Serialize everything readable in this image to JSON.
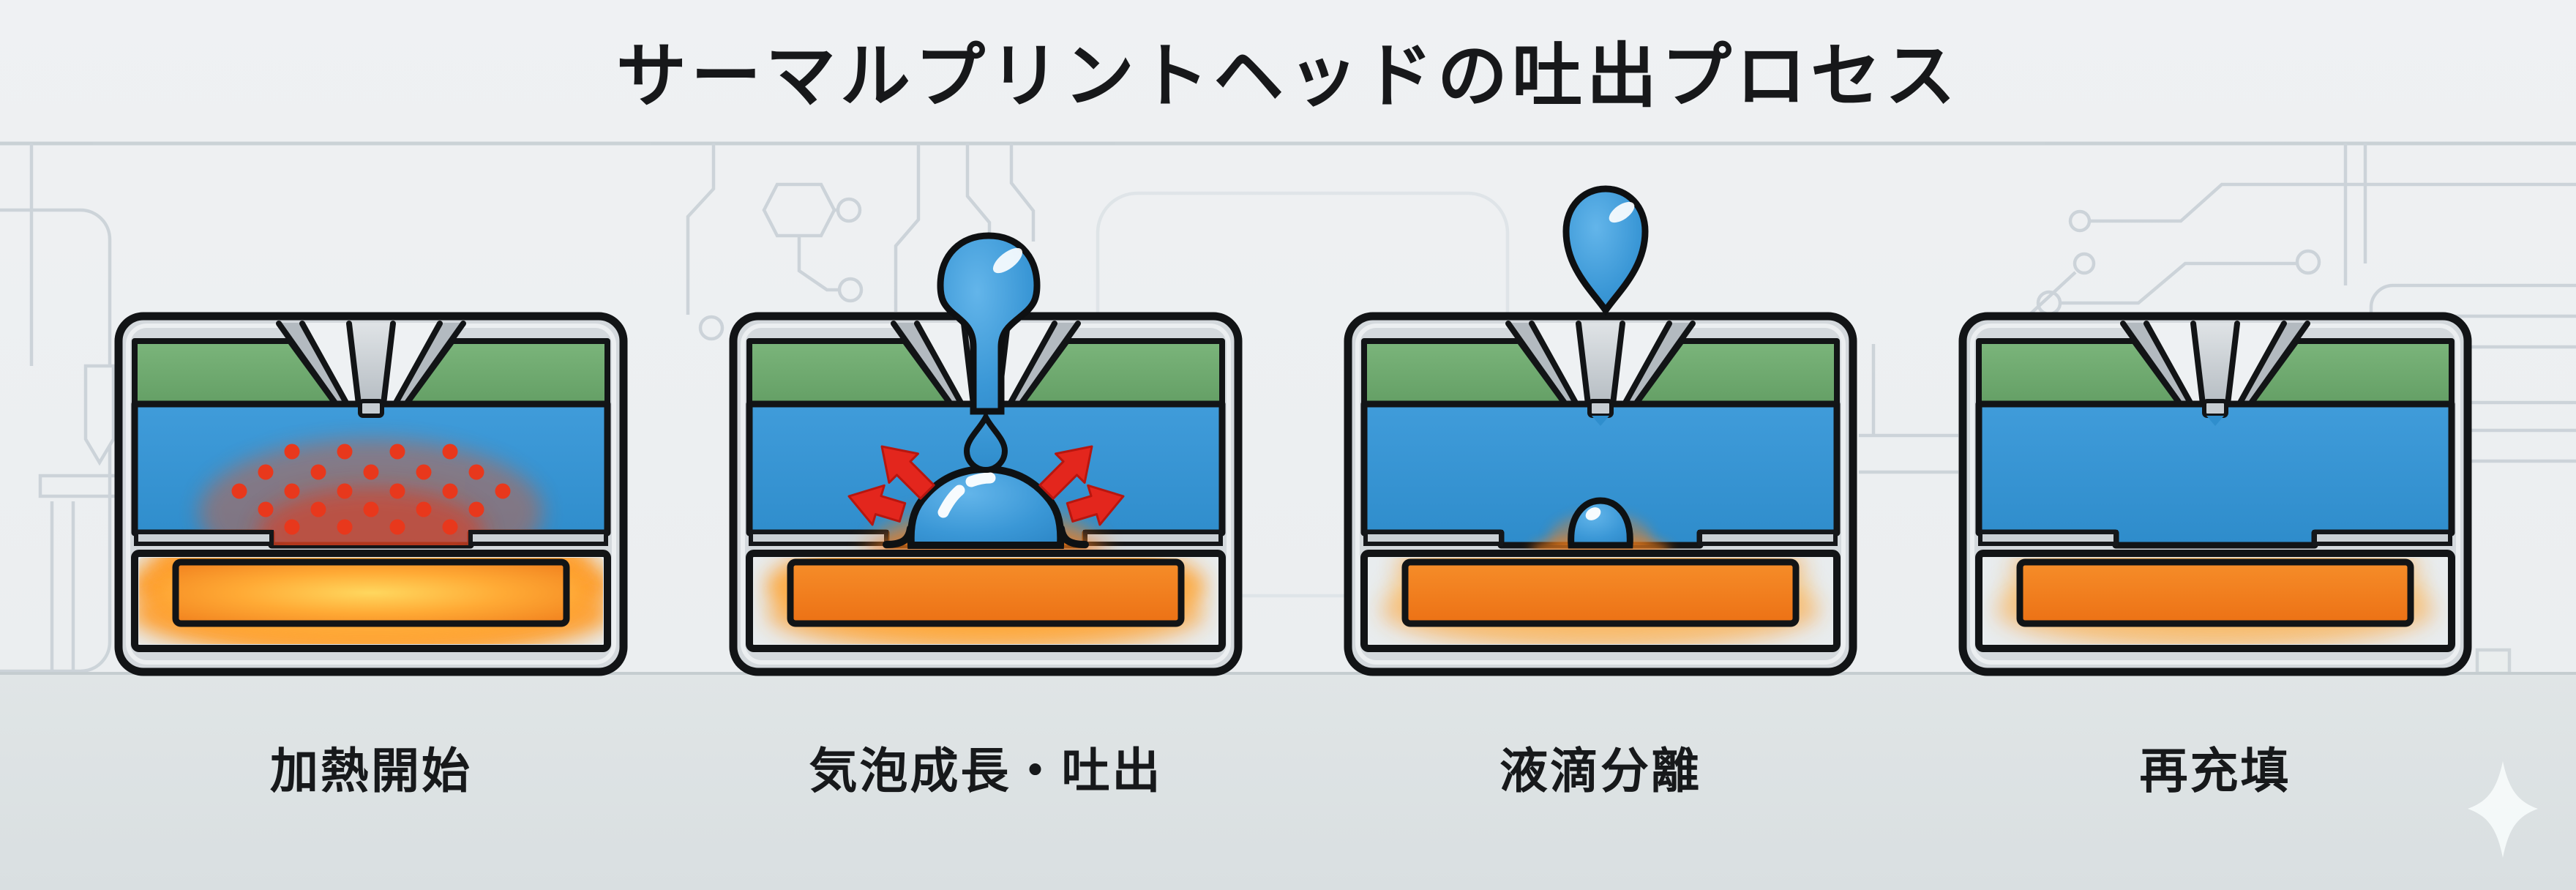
{
  "title": "サーマルプリントヘッドの吐出プロセス",
  "stages": [
    {
      "id": "heating-start",
      "label": "加熱開始",
      "state": "heat"
    },
    {
      "id": "bubble-growth-ejection",
      "label": "気泡成長・吐出",
      "state": "bubble"
    },
    {
      "id": "droplet-separation",
      "label": "液滴分離",
      "state": "separate"
    },
    {
      "id": "refill",
      "label": "再充填",
      "state": "refill"
    }
  ],
  "icons": {
    "sparkle": "four-point-star"
  },
  "colors": {
    "background": "#eef0f2",
    "surface_strip": "#dee4e5",
    "trace_gray": "#c7cfd5",
    "outline_black": "#121416",
    "frame_gray": "#d4d9dd",
    "plate_green": "#6fae70",
    "ink_blue": "#3595d5",
    "heater_orange": "#f1791f",
    "heat_glow": "#ff9b25",
    "heat_red": "#e8381c",
    "arrow_red": "#e3261d",
    "sparkle_white": "#f6fafa"
  }
}
